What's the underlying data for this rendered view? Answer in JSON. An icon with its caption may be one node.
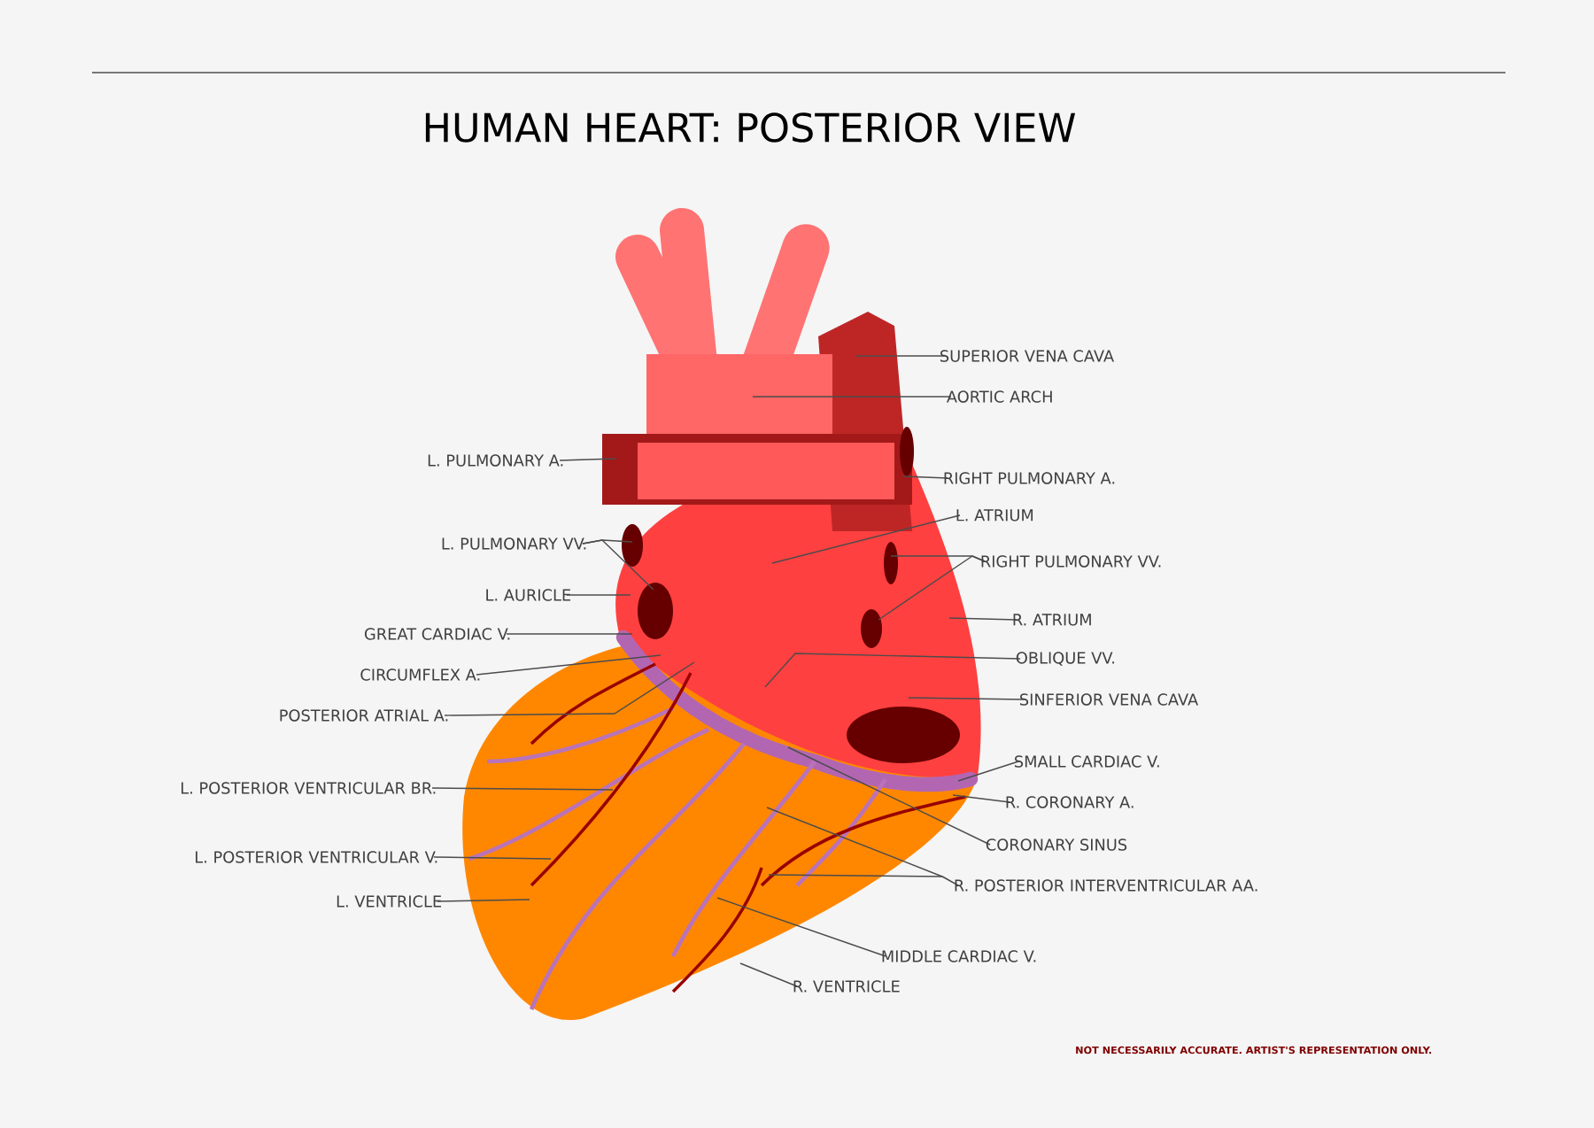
{
  "diagram": {
    "title": "HUMAN HEART: POSTERIOR VIEW",
    "nodes": [
      {
        "text": [
          "SUPERIOR VENA CAVA"
        ]
      },
      {
        "text": [
          "AORTIC ARCH"
        ]
      },
      {
        "text": [
          "L. PULMONARY A."
        ]
      },
      {
        "text": [
          "RIGHT PULMONARY A."
        ]
      },
      {
        "text": [
          "L. PULMONARY VV."
        ]
      },
      {
        "text": [
          "L. ATRIUM"
        ]
      },
      {
        "text": [
          "L. AURICLE"
        ]
      },
      {
        "text": [
          "RIGHT PULMONARY VV."
        ]
      },
      {
        "text": [
          "GREAT CARDIAC V."
        ]
      },
      {
        "text": [
          "R. ATRIUM"
        ]
      },
      {
        "text": [
          "CIRCUMFLEX A."
        ]
      },
      {
        "text": [
          "OBLIQUE VV."
        ]
      },
      {
        "text": [
          "POSTERIOR ATRIAL A."
        ]
      },
      {
        "text": [
          "SINFERIOR VENA CAVA"
        ]
      },
      {
        "text": [
          "SMALL CARDIAC V."
        ]
      },
      {
        "text": [
          "L. POSTERIOR VENTRICULAR BR."
        ]
      },
      {
        "text": [
          "R. CORONARY A."
        ]
      },
      {
        "text": [
          "CORONARY SINUS"
        ]
      },
      {
        "text": [
          "L. POSTERIOR VENTRICULAR V."
        ]
      },
      {
        "text": [
          "R. POSTERIOR INTERVENTRICULAR AA."
        ]
      },
      {
        "text": [
          "L. VENTRICLE"
        ]
      },
      {
        "text": [
          "MIDDLE CARDIAC V."
        ]
      },
      {
        "text": [
          "R. VENTRICLE"
        ]
      }
    ],
    "edges": [
      {
        "from": 0,
        "to": null,
        "arrow": "none"
      },
      {
        "from": 1,
        "to": null,
        "arrow": "none"
      },
      {
        "from": 2,
        "to": null,
        "arrow": "none"
      },
      {
        "from": 3,
        "to": null,
        "arrow": "none"
      },
      {
        "from": 4,
        "to": null,
        "arrow": "none"
      },
      {
        "from": 4,
        "to": null,
        "arrow": "none"
      },
      {
        "from": 5,
        "to": null,
        "arrow": "none"
      },
      {
        "from": 6,
        "to": null,
        "arrow": "none"
      },
      {
        "from": 7,
        "to": null,
        "arrow": "none"
      },
      {
        "from": 7,
        "to": null,
        "arrow": "none"
      },
      {
        "from": 8,
        "to": null,
        "arrow": "none"
      },
      {
        "from": 9,
        "to": null,
        "arrow": "none"
      },
      {
        "from": 10,
        "to": null,
        "arrow": "none"
      },
      {
        "from": 11,
        "to": null,
        "arrow": "none"
      },
      {
        "from": 12,
        "to": null,
        "arrow": "none"
      },
      {
        "from": 13,
        "to": null,
        "arrow": "none"
      },
      {
        "from": 14,
        "to": null,
        "arrow": "none"
      },
      {
        "from": 15,
        "to": null,
        "arrow": "none"
      },
      {
        "from": 16,
        "to": null,
        "arrow": "none"
      },
      {
        "from": 17,
        "to": null,
        "arrow": "none"
      },
      {
        "from": 18,
        "to": null,
        "arrow": "none"
      },
      {
        "from": 19,
        "to": null,
        "arrow": "none"
      },
      {
        "from": 19,
        "to": null,
        "arrow": "none"
      },
      {
        "from": 20,
        "to": null,
        "arrow": "none"
      },
      {
        "from": 21,
        "to": null,
        "arrow": "none"
      },
      {
        "from": 22,
        "to": null,
        "arrow": "none"
      }
    ],
    "labels": [
      "NOT NECESSARILY ACCURATE. ARTIST'S REPRESENTATION ONLY."
    ]
  }
}
